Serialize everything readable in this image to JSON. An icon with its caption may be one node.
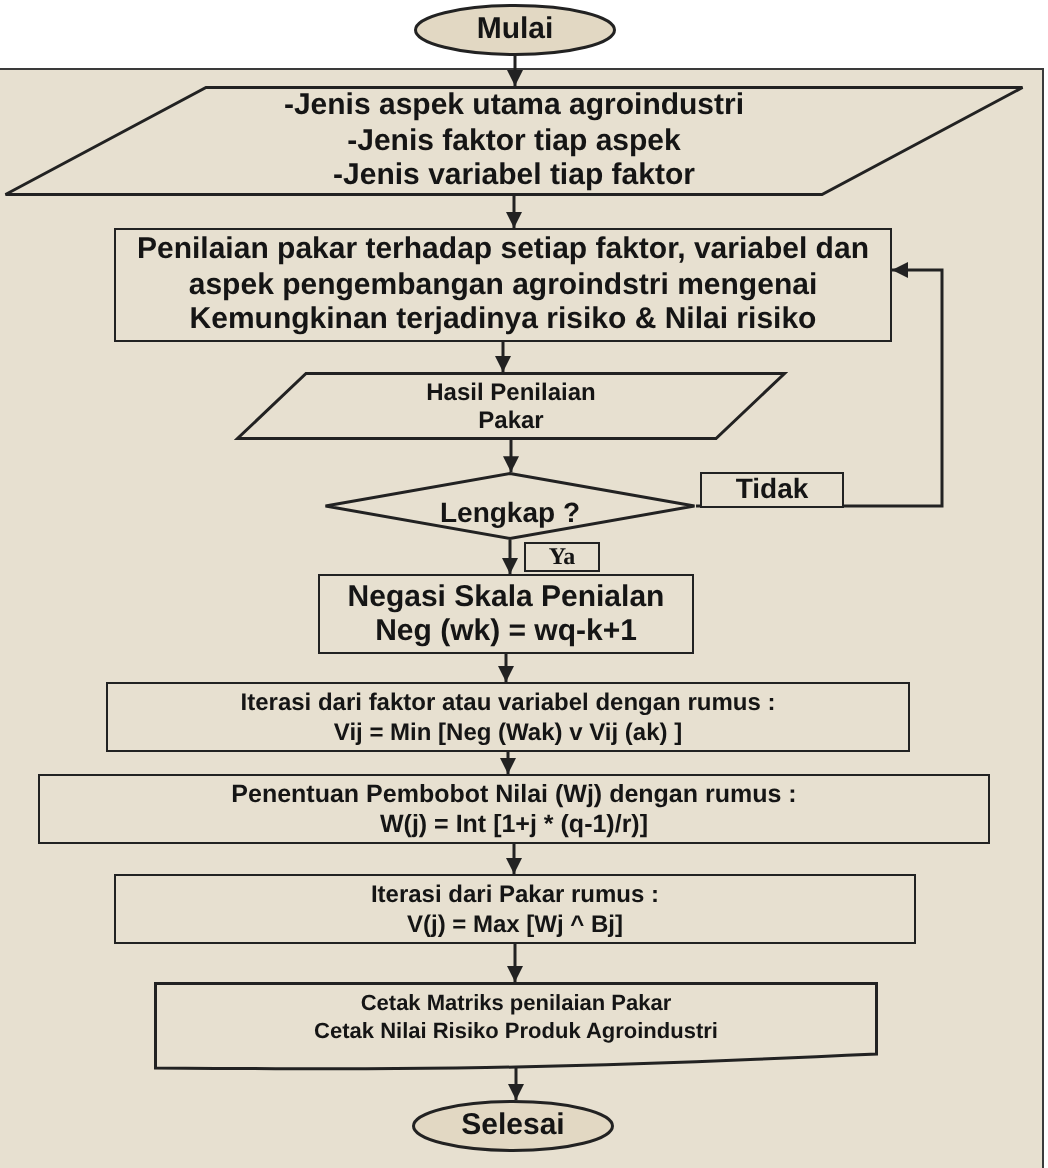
{
  "diagram": {
    "nodes": [
      {
        "text": [
          "Mulai"
        ]
      },
      {
        "text": [
          "-Jenis aspek utama agroindustri",
          "-Jenis faktor tiap aspek",
          "-Jenis variabel tiap faktor"
        ]
      },
      {
        "text": [
          "Penilaian pakar terhadap setiap faktor, variabel dan aspek pengembangan agroindstri mengenai Kemungkinan terjadinya risiko & Nilai risiko"
        ]
      },
      {
        "text": [
          "Hasil Penilaian Pakar"
        ]
      },
      {
        "text": [
          "Lengkap ?"
        ]
      },
      {
        "text": [
          "Negasi Skala Penialan",
          "Neg (wk) = wq-k+1"
        ]
      },
      {
        "text": [
          "Iterasi dari faktor atau variabel dengan rumus :",
          "Vij = Min [Neg (Wak) v Vij (ak) ]"
        ]
      },
      {
        "text": [
          "Penentuan Pembobot Nilai (Wj) dengan rumus :",
          "W(j) = Int [1+j * (q-1)/r)]"
        ]
      },
      {
        "text": [
          "Iterasi dari Pakar rumus :",
          "V(j) = Max [Wj ^ Bj]"
        ]
      },
      {
        "text": [
          "Cetak Matriks penilaian Pakar",
          "Cetak Nilai Risiko Produk Agroindustri"
        ]
      },
      {
        "text": [
          "Selesai"
        ]
      }
    ],
    "edges": [
      {
        "from": 0,
        "to": 1,
        "arrow": "to"
      },
      {
        "from": 1,
        "to": 2,
        "arrow": "to"
      },
      {
        "from": 2,
        "to": 3,
        "arrow": "to"
      },
      {
        "from": 3,
        "to": 4,
        "arrow": "to"
      },
      {
        "from": 4,
        "to": 5,
        "arrow": "to",
        "label": "Ya"
      },
      {
        "from": 4,
        "to": 2,
        "arrow": "to",
        "label": "Tidak"
      },
      {
        "from": 5,
        "to": 6,
        "arrow": "to"
      },
      {
        "from": 6,
        "to": 7,
        "arrow": "to"
      },
      {
        "from": 7,
        "to": 8,
        "arrow": "to"
      },
      {
        "from": 8,
        "to": 9,
        "arrow": "to"
      },
      {
        "from": 9,
        "to": 10,
        "arrow": "to"
      }
    ]
  }
}
